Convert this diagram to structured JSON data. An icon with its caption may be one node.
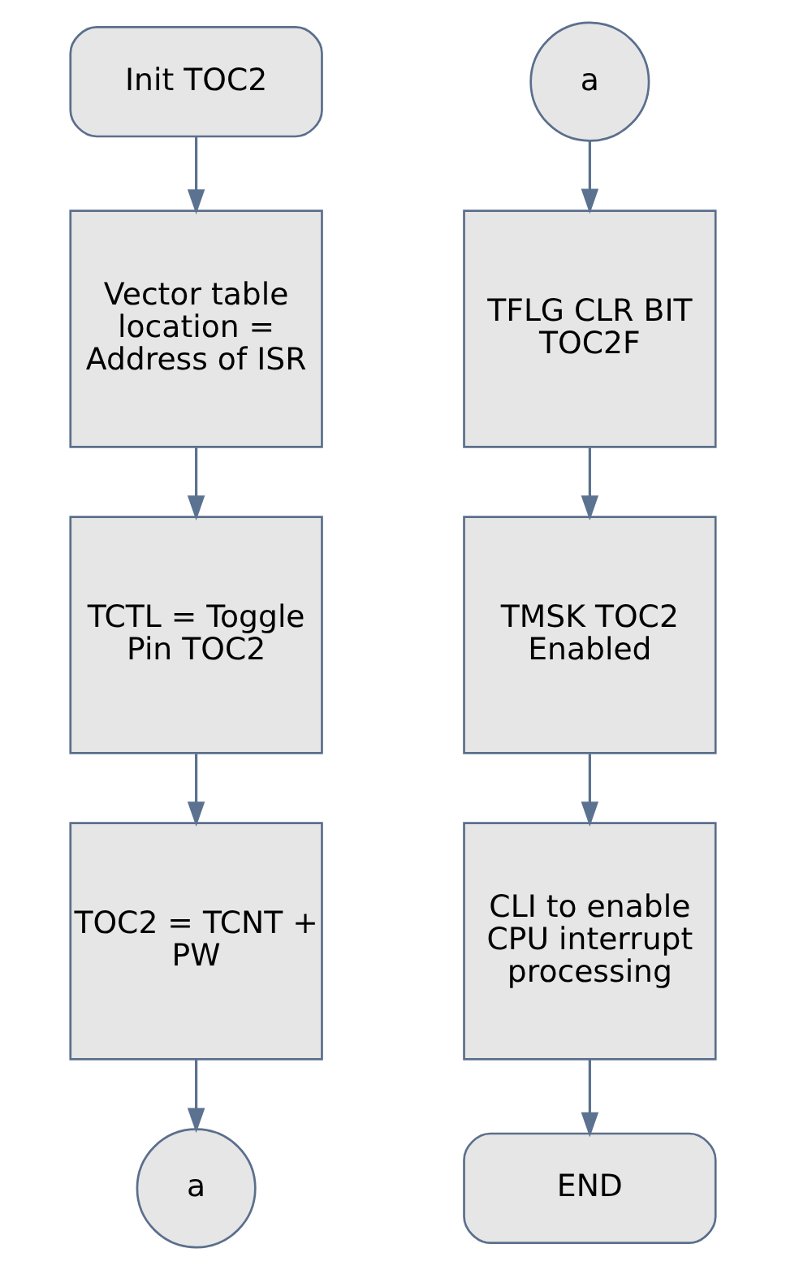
{
  "diagram": {
    "nodes": [
      {
        "text": [
          "Init TOC2"
        ]
      },
      {
        "text": [
          "Vector table location = Address of ISR"
        ]
      },
      {
        "text": [
          "TCTL = Toggle Pin TOC2"
        ]
      },
      {
        "text": [
          "TOC2 = TCNT + PW"
        ]
      },
      {
        "text": [
          "a"
        ]
      },
      {
        "text": [
          "a"
        ]
      },
      {
        "text": [
          "TFLG CLR BIT TOC2F"
        ]
      },
      {
        "text": [
          "TMSK TOC2 Enabled"
        ]
      },
      {
        "text": [
          "CLI to enable CPU interrupt processing"
        ]
      },
      {
        "text": [
          "END"
        ]
      }
    ],
    "edges": [
      {
        "from": 0,
        "to": 1,
        "arrow": "to"
      },
      {
        "from": 1,
        "to": 2,
        "arrow": "to"
      },
      {
        "from": 2,
        "to": 3,
        "arrow": "to"
      },
      {
        "from": 3,
        "to": 4,
        "arrow": "to"
      },
      {
        "from": 5,
        "to": 6,
        "arrow": "to"
      },
      {
        "from": 6,
        "to": 7,
        "arrow": "to"
      },
      {
        "from": 7,
        "to": 8,
        "arrow": "to"
      },
      {
        "from": 8,
        "to": 9,
        "arrow": "to"
      }
    ]
  }
}
